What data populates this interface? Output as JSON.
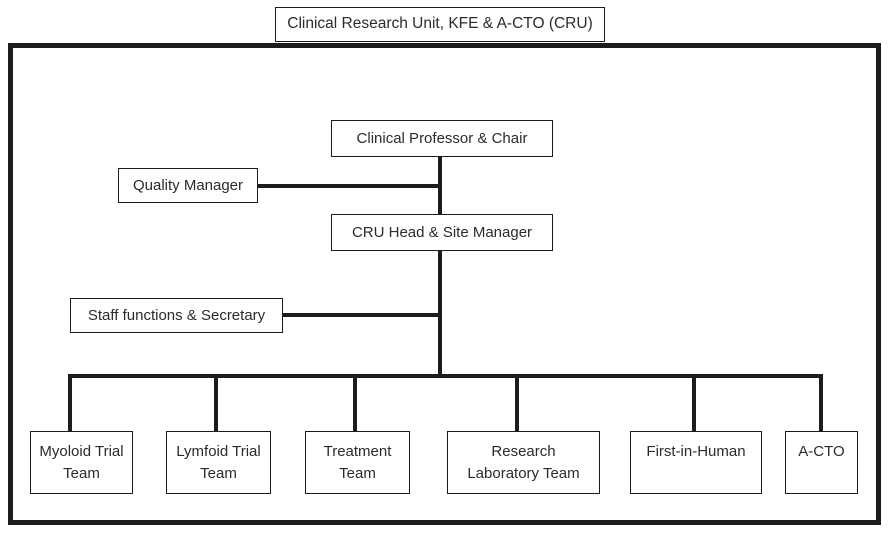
{
  "title": "Clinical Research Unit, KFE & A-CTO (CRU)",
  "org": {
    "professor": {
      "label": "Clinical Professor & Chair"
    },
    "quality": {
      "label": "Quality Manager"
    },
    "cru_head": {
      "label": "CRU Head & Site Manager"
    },
    "staff": {
      "label": "Staff functions & Secretary"
    },
    "teams": [
      {
        "label": "Myoloid Trial Team"
      },
      {
        "label": "Lymfoid Trial Team"
      },
      {
        "label": "Treatment Team"
      },
      {
        "label": "Research Laboratory Team"
      },
      {
        "label": "First-in-Human"
      },
      {
        "label": "A-CTO"
      }
    ]
  },
  "colors": {
    "line": "#1c1c1c",
    "text": "#2b2b2b",
    "background": "#ffffff"
  }
}
